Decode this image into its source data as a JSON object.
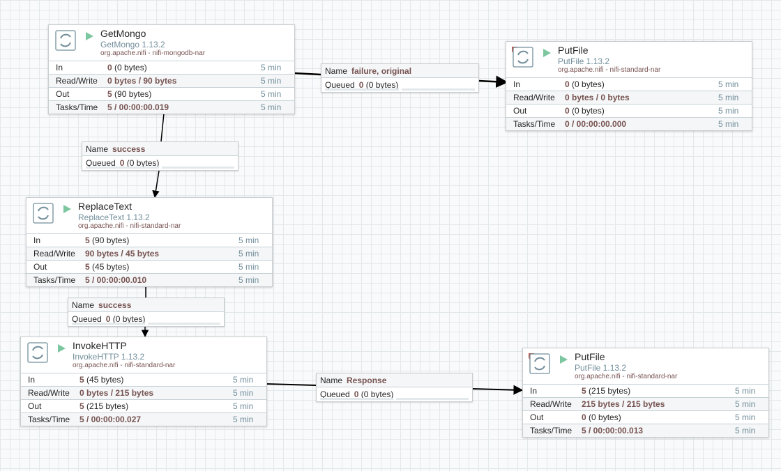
{
  "processors": {
    "getmongo": {
      "name": "GetMongo",
      "type": "GetMongo 1.13.2",
      "bundle": "org.apache.nifi - nifi-mongodb-nar",
      "in_count": "0",
      "in_size": "(0 bytes)",
      "rw": "0 bytes / 90 bytes",
      "out_count": "5",
      "out_size": "(90 bytes)",
      "tasks": "5 / 00:00:00.019",
      "window": "5 min"
    },
    "putfile1": {
      "name": "PutFile",
      "type": "PutFile 1.13.2",
      "bundle": "org.apache.nifi - nifi-standard-nar",
      "in_count": "0",
      "in_size": "(0 bytes)",
      "rw": "0 bytes / 0 bytes",
      "out_count": "0",
      "out_size": "(0 bytes)",
      "tasks": "0 / 00:00:00.000",
      "window": "5 min"
    },
    "replacetext": {
      "name": "ReplaceText",
      "type": "ReplaceText 1.13.2",
      "bundle": "org.apache.nifi - nifi-standard-nar",
      "in_count": "5",
      "in_size": "(90 bytes)",
      "rw": "90 bytes / 45 bytes",
      "out_count": "5",
      "out_size": "(45 bytes)",
      "tasks": "5 / 00:00:00.010",
      "window": "5 min"
    },
    "invokehttp": {
      "name": "InvokeHTTP",
      "type": "InvokeHTTP 1.13.2",
      "bundle": "org.apache.nifi - nifi-standard-nar",
      "in_count": "5",
      "in_size": "(45 bytes)",
      "rw": "0 bytes / 215 bytes",
      "out_count": "5",
      "out_size": "(215 bytes)",
      "tasks": "5 / 00:00:00.027",
      "window": "5 min"
    },
    "putfile2": {
      "name": "PutFile",
      "type": "PutFile 1.13.2",
      "bundle": "org.apache.nifi - nifi-standard-nar",
      "in_count": "5",
      "in_size": "(215 bytes)",
      "rw": "215 bytes / 215 bytes",
      "out_count": "0",
      "out_size": "(0 bytes)",
      "tasks": "5 / 00:00:00.013",
      "window": "5 min"
    }
  },
  "stat_labels": {
    "in": "In",
    "rw": "Read/Write",
    "out": "Out",
    "tasks": "Tasks/Time"
  },
  "connection_labels": {
    "name": "Name",
    "queued": "Queued"
  },
  "connections": {
    "c1": {
      "name": "failure, original",
      "queued_count": "0",
      "queued_size": "(0 bytes)"
    },
    "c2": {
      "name": "success",
      "queued_count": "0",
      "queued_size": "(0 bytes)"
    },
    "c3": {
      "name": "success",
      "queued_count": "0",
      "queued_size": "(0 bytes)"
    },
    "c4": {
      "name": "Response",
      "queued_count": "0",
      "queued_size": "(0 bytes)"
    }
  },
  "colors": {
    "run": "#7dc7a0",
    "invalid": "#ba554a",
    "link": "#775351",
    "muted": "#728e9b"
  },
  "icons": {
    "processor": "processor-icon",
    "run": "run-icon",
    "invalid": "invalid-icon"
  }
}
